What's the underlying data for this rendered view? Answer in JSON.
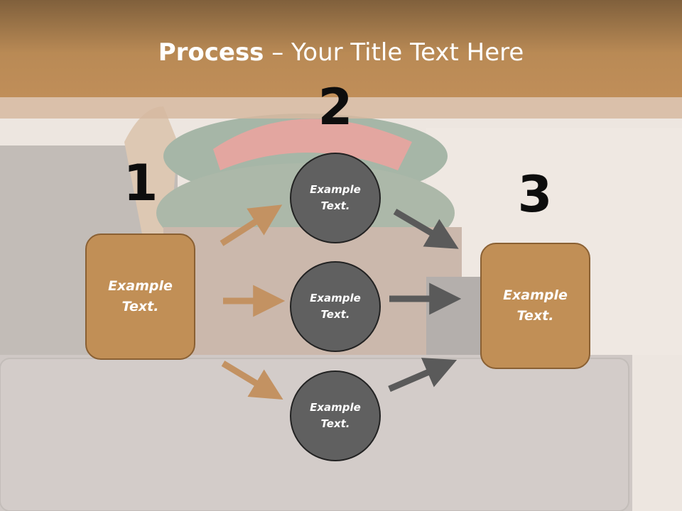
{
  "title": {
    "bold": "Process",
    "rest": " – Your Title Text Here"
  },
  "steps": [
    {
      "number": "1",
      "box_text": "Example Text."
    },
    {
      "number": "2",
      "circles": [
        "Example Text.",
        "Example Text.",
        "Example Text."
      ]
    },
    {
      "number": "3",
      "box_text": "Example Text."
    }
  ],
  "colors": {
    "header": "#c08e59",
    "box_fill": "#c18f56",
    "circle_fill": "#606060",
    "arrow_left": "#c39262",
    "arrow_right": "#5a5a5a"
  }
}
